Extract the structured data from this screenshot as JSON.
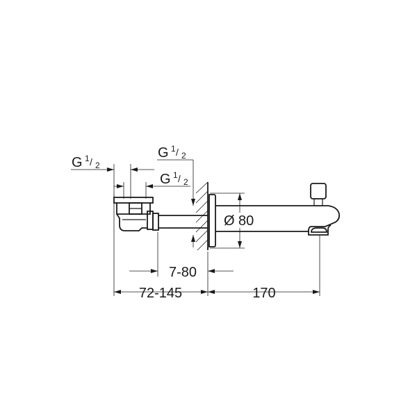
{
  "labels": {
    "thread": "G",
    "sup": "1",
    "slash": "/",
    "sub": "2",
    "diameter_symbol": "Ø",
    "diameter_value": "80",
    "dim_wall_range": "7-80",
    "dim_body_range": "72-145",
    "dim_spout_length": "170"
  }
}
